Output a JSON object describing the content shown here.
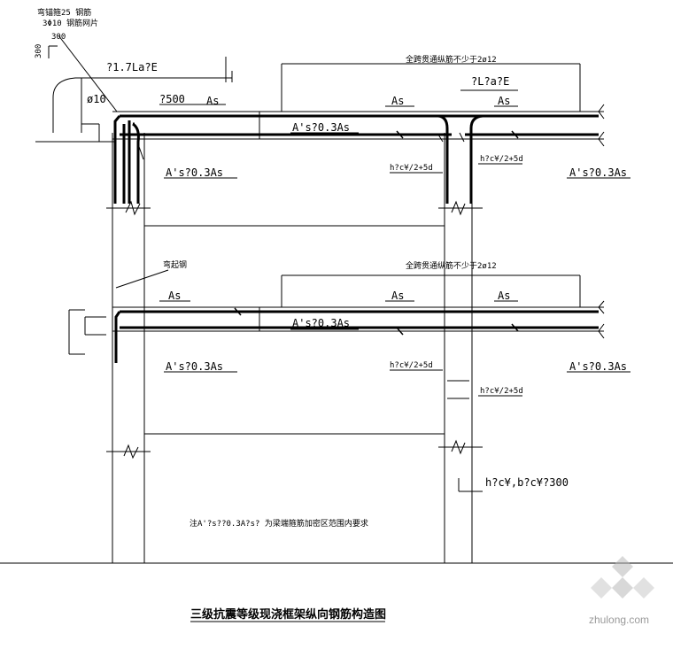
{
  "labels": {
    "anchor_note_1": "弯锚箍25 钢筋",
    "anchor_note_2": "3Φ10 钢筋网片",
    "dim_300_h": "300",
    "dim_300_v": "300",
    "len_17lae": "?1.7La?E",
    "len_lae": "?L?a?E",
    "phi10": "ø10",
    "len_500": "?500",
    "top_note_upper": "全跨贯通纵筋不少于2ø12",
    "top_note_lower": "全跨贯通纵筋不少于2ø12",
    "as_1": "As",
    "as_2": "As",
    "as_3": "As",
    "as_4": "As",
    "as_5": "As",
    "as_6": "As",
    "as03_beam_u": "A's?0.3As",
    "as03_left_u": "A's?0.3As",
    "as03_right_u": "A's?0.3As",
    "as03_beam_l": "A's?0.3As",
    "as03_left_l": "A's?0.3As",
    "as03_right_l": "A's?0.3As",
    "hc_1": "h?c¥/2+5d",
    "hc_2": "h?c¥/2+5d",
    "hc_3": "h?c¥/2+5d",
    "hc_4": "h?c¥/2+5d",
    "gusset_note": "弯起钢",
    "col_dim": "h?c¥,b?c¥?300",
    "note": "注A'?s??0.3A?s? 为梁端箍筋加密区范围内要求",
    "title": "三级抗震等级现浇框架纵向钢筋构造图",
    "watermark": "zhulong.com"
  },
  "colors": {
    "ink": "#000000",
    "watermark": "#9a9a9a"
  }
}
